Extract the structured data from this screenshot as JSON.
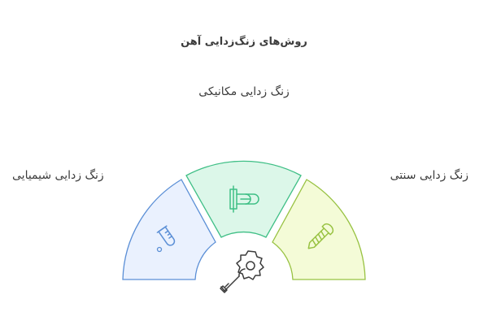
{
  "diagram": {
    "title": "روش‌های زنگ‌زدایی آهن",
    "segments": {
      "top": {
        "label": "زنگ زدایی مکانیکی",
        "icon": "sanding-tool-icon",
        "fill": "#dcf7e9",
        "stroke": "#3fbf86"
      },
      "left": {
        "label": "زنگ زدایی شیمیایی",
        "icon": "test-tube-icon",
        "fill": "#eaf1fe",
        "stroke": "#5b8fd6"
      },
      "right": {
        "label": "زنگ زدایی سنتی",
        "icon": "screw-icon",
        "fill": "#f4fbd7",
        "stroke": "#98c242"
      }
    },
    "center_icon": "gear-wrench-icon"
  }
}
